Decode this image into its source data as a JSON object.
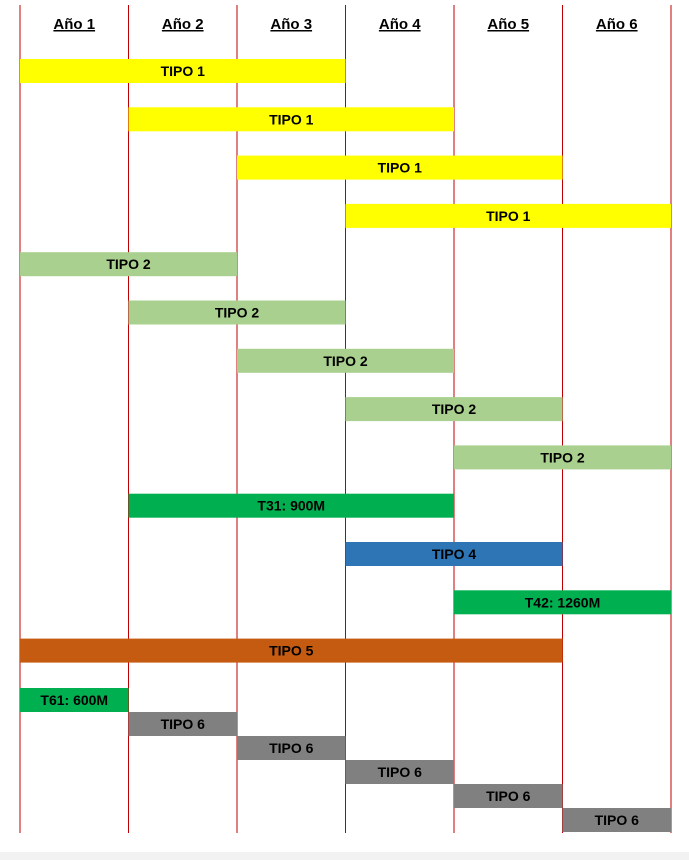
{
  "chart_data": {
    "type": "gantt",
    "categories": [
      "Año 1",
      "Año 2",
      "Año 3",
      "Año 4",
      "Año 5",
      "Año 6"
    ],
    "colors": {
      "tipo1": "#ffff00",
      "tipo2": "#a9d08e",
      "tipo3": "#00b050",
      "tipo4": "#2e75b6",
      "tipo5": "#c55a11",
      "tipo6": "#808080",
      "gridline": "#c00000"
    },
    "bars": [
      {
        "label": "TIPO 1",
        "start": 1,
        "end": 3,
        "color": "#ffff00"
      },
      {
        "label": "TIPO 1",
        "start": 2,
        "end": 4,
        "color": "#ffff00"
      },
      {
        "label": "TIPO 1",
        "start": 3,
        "end": 5,
        "color": "#ffff00"
      },
      {
        "label": "TIPO 1",
        "start": 4,
        "end": 6,
        "color": "#ffff00"
      },
      {
        "label": "TIPO 2",
        "start": 1,
        "end": 2,
        "color": "#a9d08e"
      },
      {
        "label": "TIPO 2",
        "start": 2,
        "end": 3,
        "color": "#a9d08e"
      },
      {
        "label": "TIPO 2",
        "start": 3,
        "end": 4,
        "color": "#a9d08e"
      },
      {
        "label": "TIPO 2",
        "start": 4,
        "end": 5,
        "color": "#a9d08e"
      },
      {
        "label": "TIPO 2",
        "start": 5,
        "end": 6,
        "color": "#a9d08e"
      },
      {
        "label": "T31: 900M",
        "start": 2,
        "end": 4,
        "color": "#00b050"
      },
      {
        "label": "TIPO 4",
        "start": 4,
        "end": 5,
        "color": "#2e75b6"
      },
      {
        "label": "T42: 1260M",
        "start": 5,
        "end": 6,
        "color": "#00b050"
      },
      {
        "label": "TIPO 5",
        "start": 1,
        "end": 5,
        "color": "#c55a11"
      },
      {
        "label": "T61: 600M",
        "start": 1,
        "end": 1,
        "color": "#00b050"
      },
      {
        "label": "TIPO 6",
        "start": 2,
        "end": 2,
        "color": "#808080"
      },
      {
        "label": "TIPO 6",
        "start": 3,
        "end": 3,
        "color": "#808080"
      },
      {
        "label": "TIPO 6",
        "start": 4,
        "end": 4,
        "color": "#808080"
      },
      {
        "label": "TIPO 6",
        "start": 5,
        "end": 5,
        "color": "#808080"
      },
      {
        "label": "TIPO 6",
        "start": 6,
        "end": 6,
        "color": "#808080"
      }
    ]
  }
}
